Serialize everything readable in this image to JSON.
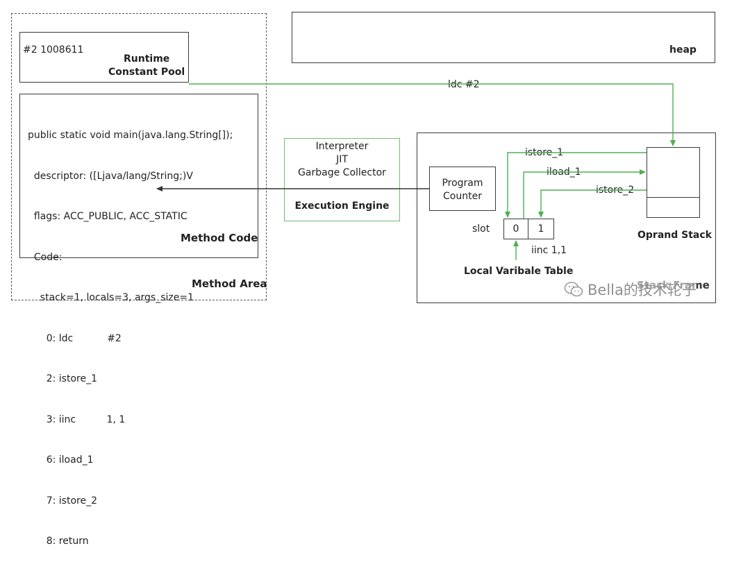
{
  "method_area": {
    "label": "Method Area",
    "constant_pool": {
      "entry": "#2 1008611",
      "title_line1": "Runtime",
      "title_line2": "Constant Pool"
    },
    "method_code": {
      "label": "Method Code",
      "lines": [
        "public static void main(java.lang.String[]);",
        "  descriptor: ([Ljava/lang/String;)V",
        "  flags: ACC_PUBLIC, ACC_STATIC",
        "  Code:",
        "    stack=1, locals=3, args_size=1",
        "      0: ldc           #2",
        "      2: istore_1",
        "      3: iinc          1, 1",
        "      6: iload_1",
        "      7: istore_2",
        "      8: return"
      ]
    }
  },
  "heap": {
    "label": "heap"
  },
  "execution_engine": {
    "items": [
      "Interpreter",
      "JIT",
      "Garbage Collector"
    ],
    "label": "Execution Engine"
  },
  "stack_frame": {
    "label": "Stack Frame",
    "program_counter": {
      "line1": "Program",
      "line2": "Counter"
    },
    "local_variable_table": {
      "label": "Local Varibale Table",
      "slot_label": "slot",
      "slots": [
        "0",
        "1"
      ]
    },
    "operand_stack": {
      "label": "Oprand Stack"
    }
  },
  "arrows": {
    "ldc": "ldc #2",
    "istore_1": "istore_1",
    "iload_1": "iload_1",
    "istore_2": "istore_2",
    "iinc": "iinc 1,1"
  },
  "watermark": {
    "text": "Bella的技术轮子",
    "icon": "wechat-icon"
  },
  "colors": {
    "arrow_green": "#4caf50",
    "engine_border": "#6cbf6c",
    "box_border": "#3a3a3a"
  }
}
